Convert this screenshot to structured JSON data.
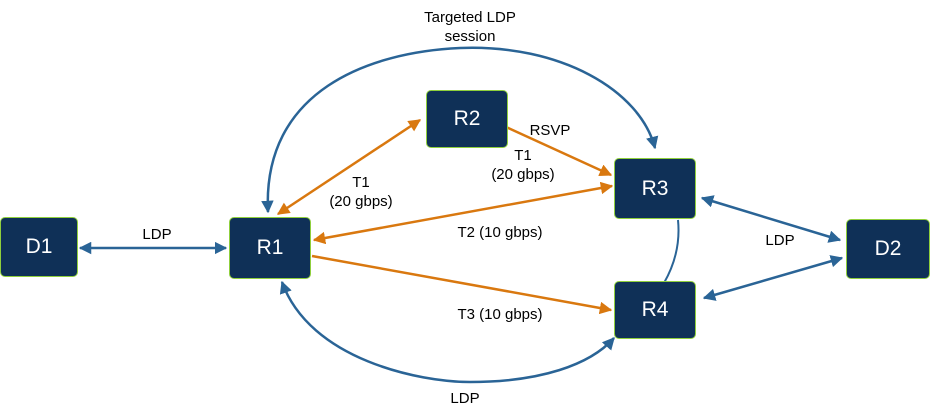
{
  "colors": {
    "node_fill": "#0f3057",
    "node_border": "#8fcf3c",
    "ldp_arrow": "#2a6496",
    "rsvp_arrow": "#d9780f"
  },
  "nodes": {
    "d1": "D1",
    "r1": "R1",
    "r2": "R2",
    "r3": "R3",
    "r4": "R4",
    "d2": "D2"
  },
  "labels": {
    "targeted_ldp_line1": "Targeted LDP",
    "targeted_ldp_line2": "session",
    "ldp_d1_r1": "LDP",
    "ldp_r3_d2": "LDP",
    "ldp_r1_r4_bottom": "LDP",
    "rsvp": "RSVP",
    "t1_left_line1": "T1",
    "t1_left_line2": "(20 gbps)",
    "t1_right_line1": "T1",
    "t1_right_line2": "(20 gbps)",
    "t2": "T2 (10 gbps)",
    "t3": "T3 (10 gbps)"
  }
}
